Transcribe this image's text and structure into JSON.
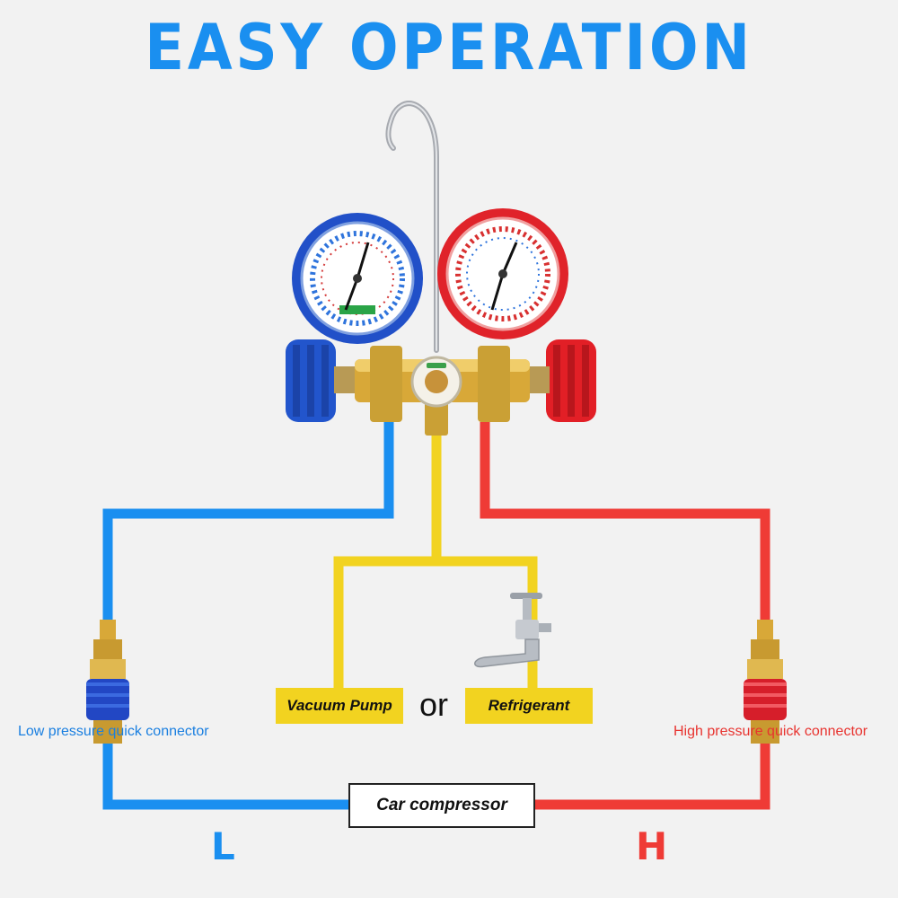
{
  "title": "EASY OPERATION",
  "colors": {
    "title": "#1a8ff0",
    "low": "#1a8ff0",
    "high": "#ef3b36",
    "yellow": "#f2d320",
    "low_label": "#1a7fe0",
    "high_label": "#e8332f"
  },
  "labels": {
    "vacuum_pump": "Vacuum Pump",
    "or": "or",
    "refrigerant": "Refrigerant",
    "low_connector": "Low pressure quick connector",
    "high_connector": "High pressure quick connector",
    "compressor": "Car compressor",
    "low_letter": "L",
    "high_letter": "H"
  },
  "icons": {
    "hook": "hook-icon",
    "low_gauge": "low-pressure-gauge-icon",
    "high_gauge": "high-pressure-gauge-icon",
    "manifold": "manifold-valve-icon",
    "low_connector": "low-quick-connector-icon",
    "high_connector": "high-quick-connector-icon",
    "can_tap": "refrigerant-can-tap-icon"
  }
}
